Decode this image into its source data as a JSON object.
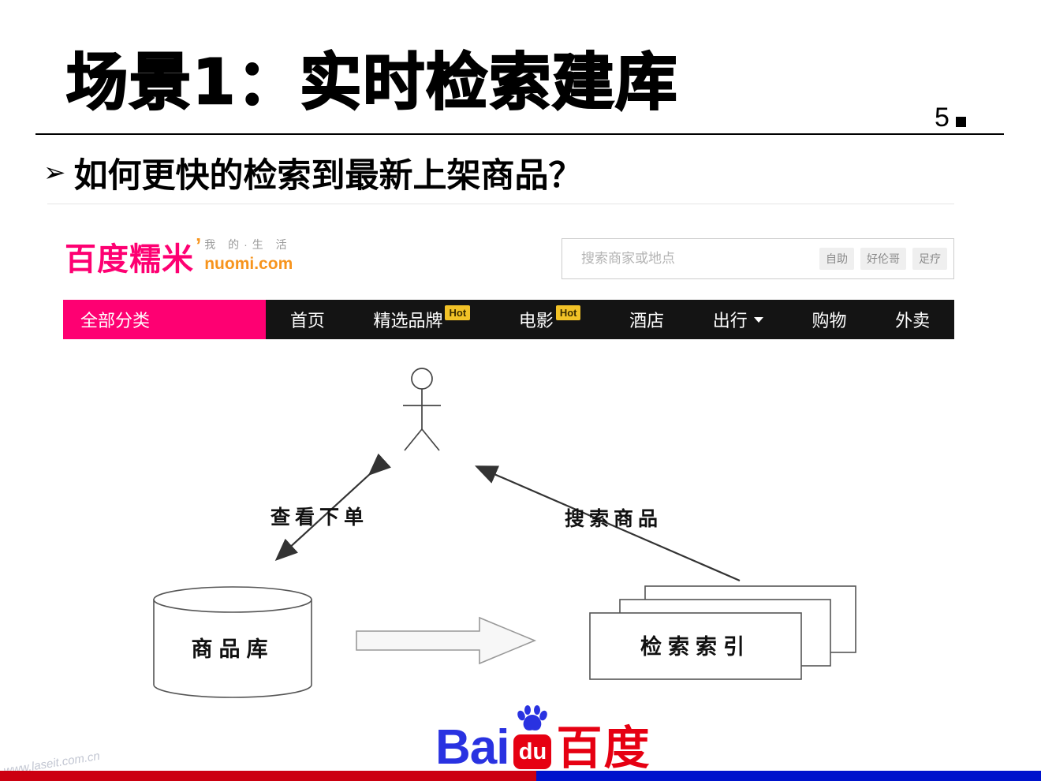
{
  "slide": {
    "title": "场景1：实时检索建库",
    "page_number": "5",
    "bullet_marker": "➢",
    "bullet": "如何更快的检索到最新上架商品？"
  },
  "nuomi": {
    "logo": {
      "name": "百度糯米",
      "accent": "’",
      "tagline": "我 的·生 活",
      "domain": "nuomi.com"
    },
    "search": {
      "placeholder": "搜索商家或地点",
      "tags": [
        "自助",
        "好伦哥",
        "足疗"
      ]
    },
    "nav": {
      "category": "全部分类",
      "hot_label": "Hot",
      "items": [
        {
          "label": "首页"
        },
        {
          "label": "精选品牌",
          "hot": true
        },
        {
          "label": "电影",
          "hot": true
        },
        {
          "label": "酒店"
        },
        {
          "label": "出行",
          "dropdown": true
        },
        {
          "label": "购物"
        },
        {
          "label": "外卖"
        }
      ]
    }
  },
  "diagram": {
    "view_order_label": "查看下单",
    "search_product_label": "搜索商品",
    "product_db_label": "商品库",
    "index_label": "检索索引"
  },
  "footer": {
    "baidu": {
      "bai": "Bai",
      "du": "du",
      "name": "百度"
    },
    "watermark": "www.laseit.com.cn"
  },
  "colors": {
    "nuomi_pink": "#fe0072",
    "nuomi_orange": "#f7941d",
    "hot_yellow": "#f2c227",
    "baidu_blue": "#2932e1",
    "baidu_red": "#e60012",
    "bar_red": "#cc0011",
    "bar_blue": "#0013cc"
  }
}
